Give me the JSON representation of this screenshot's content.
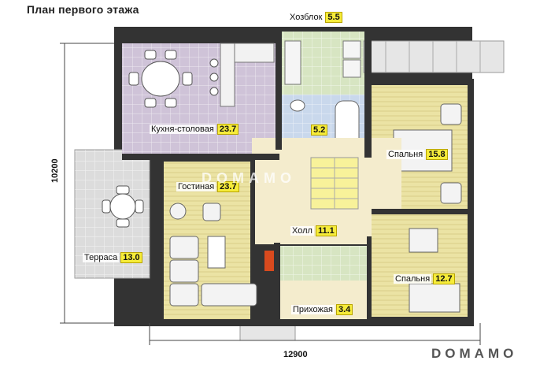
{
  "title": "План первого этажа",
  "rooms": [
    {
      "id": "khozblok",
      "name": "Хозблок",
      "area": "5.5"
    },
    {
      "id": "kitchen",
      "name": "Кухня-столовая",
      "area": "23.7"
    },
    {
      "id": "bath",
      "name": "",
      "area": "5.2"
    },
    {
      "id": "bedroom1",
      "name": "Спальня",
      "area": "15.8"
    },
    {
      "id": "living",
      "name": "Гостиная",
      "area": "23.7"
    },
    {
      "id": "hall",
      "name": "Холл",
      "area": "11.1"
    },
    {
      "id": "terrace",
      "name": "Терраса",
      "area": "13.0"
    },
    {
      "id": "bedroom2",
      "name": "Спальня",
      "area": "12.7"
    },
    {
      "id": "entry",
      "name": "Прихожая",
      "area": "3.4"
    }
  ],
  "dimensions": {
    "vertical": "10200",
    "horizontal": "12900"
  },
  "watermark": "DOMAMO",
  "colors": {
    "wall": "#333333",
    "parquet": "#ebe3a4",
    "kitchen_tile": "#cfc3d8",
    "utility_tile": "#d7e5c2",
    "bath_tile": "#c9d8ec",
    "hall_floor": "#f4eccd",
    "label_bg": "#f6ec3a"
  }
}
